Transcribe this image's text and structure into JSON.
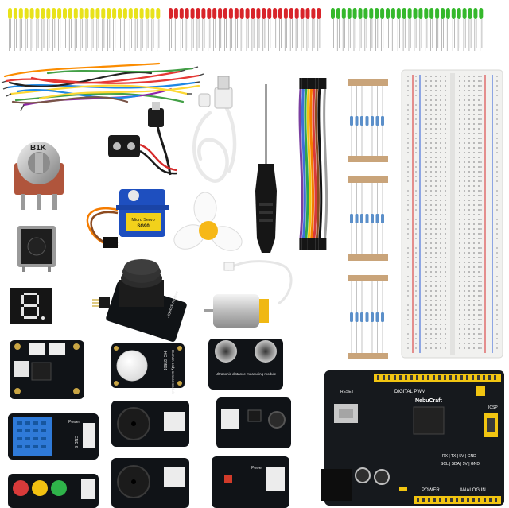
{
  "potentiometer": {
    "label": "B1K"
  },
  "servo": {
    "label": "Micro Servo",
    "model": "SG90"
  },
  "sensors": {
    "pir_label": "HC-SR501",
    "pir_caption": "Human body sensor module",
    "ultrasonic_caption": "Ultrasonic distance measuring module",
    "joystick_caption": "Joystick module",
    "dht_pins": "GND S",
    "power_tag": "Power"
  },
  "board": {
    "brand": "NebuCraft",
    "digital": "DIGITAL PWM",
    "pins_row1": "RX | TX | 5V | GND",
    "pins_row2": "SCL | SDA | 5V | GND",
    "power": "POWER",
    "analog": "ANALOG IN",
    "icsp": "ICSP",
    "reset": "RESET"
  },
  "colors": {
    "led_yellow": "#e8e21a",
    "led_red": "#d8242a",
    "led_green": "#35b82c",
    "module_black": "#111418",
    "board_black": "#16191d",
    "header_yellow": "#f2c511",
    "breadboard": "#f1f1ef"
  }
}
